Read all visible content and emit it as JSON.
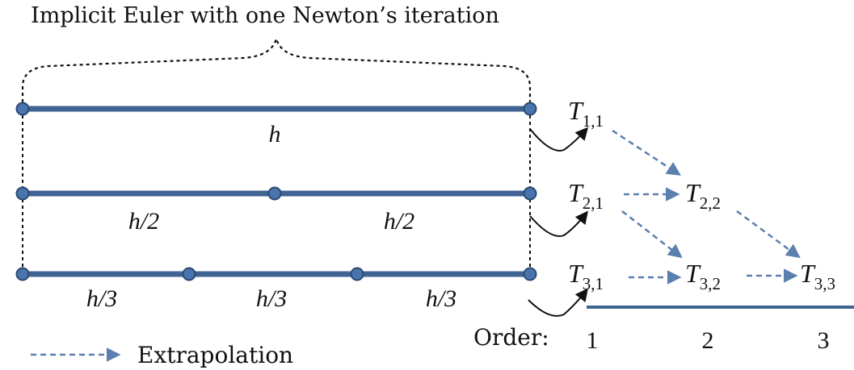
{
  "title": "Implicit Euler with one Newton’s iteration",
  "colors": {
    "bar": "#3f6494",
    "node_fill": "#4a74ad",
    "arrow": "#5b7fae",
    "text": "#111111"
  },
  "steps": {
    "row1": [
      "h"
    ],
    "row2": [
      "h/2",
      "h/2"
    ],
    "row3": [
      "h/3",
      "h/3",
      "h/3"
    ]
  },
  "tableau": {
    "t11": {
      "base": "T",
      "sub": "1,1"
    },
    "t21": {
      "base": "T",
      "sub": "2,1"
    },
    "t22": {
      "base": "T",
      "sub": "2,2"
    },
    "t31": {
      "base": "T",
      "sub": "3,1"
    },
    "t32": {
      "base": "T",
      "sub": "3,2"
    },
    "t33": {
      "base": "T",
      "sub": "3,3"
    }
  },
  "order": {
    "label": "Order:",
    "values": [
      "1",
      "2",
      "3"
    ]
  },
  "legend": {
    "label": "Extrapolation"
  }
}
